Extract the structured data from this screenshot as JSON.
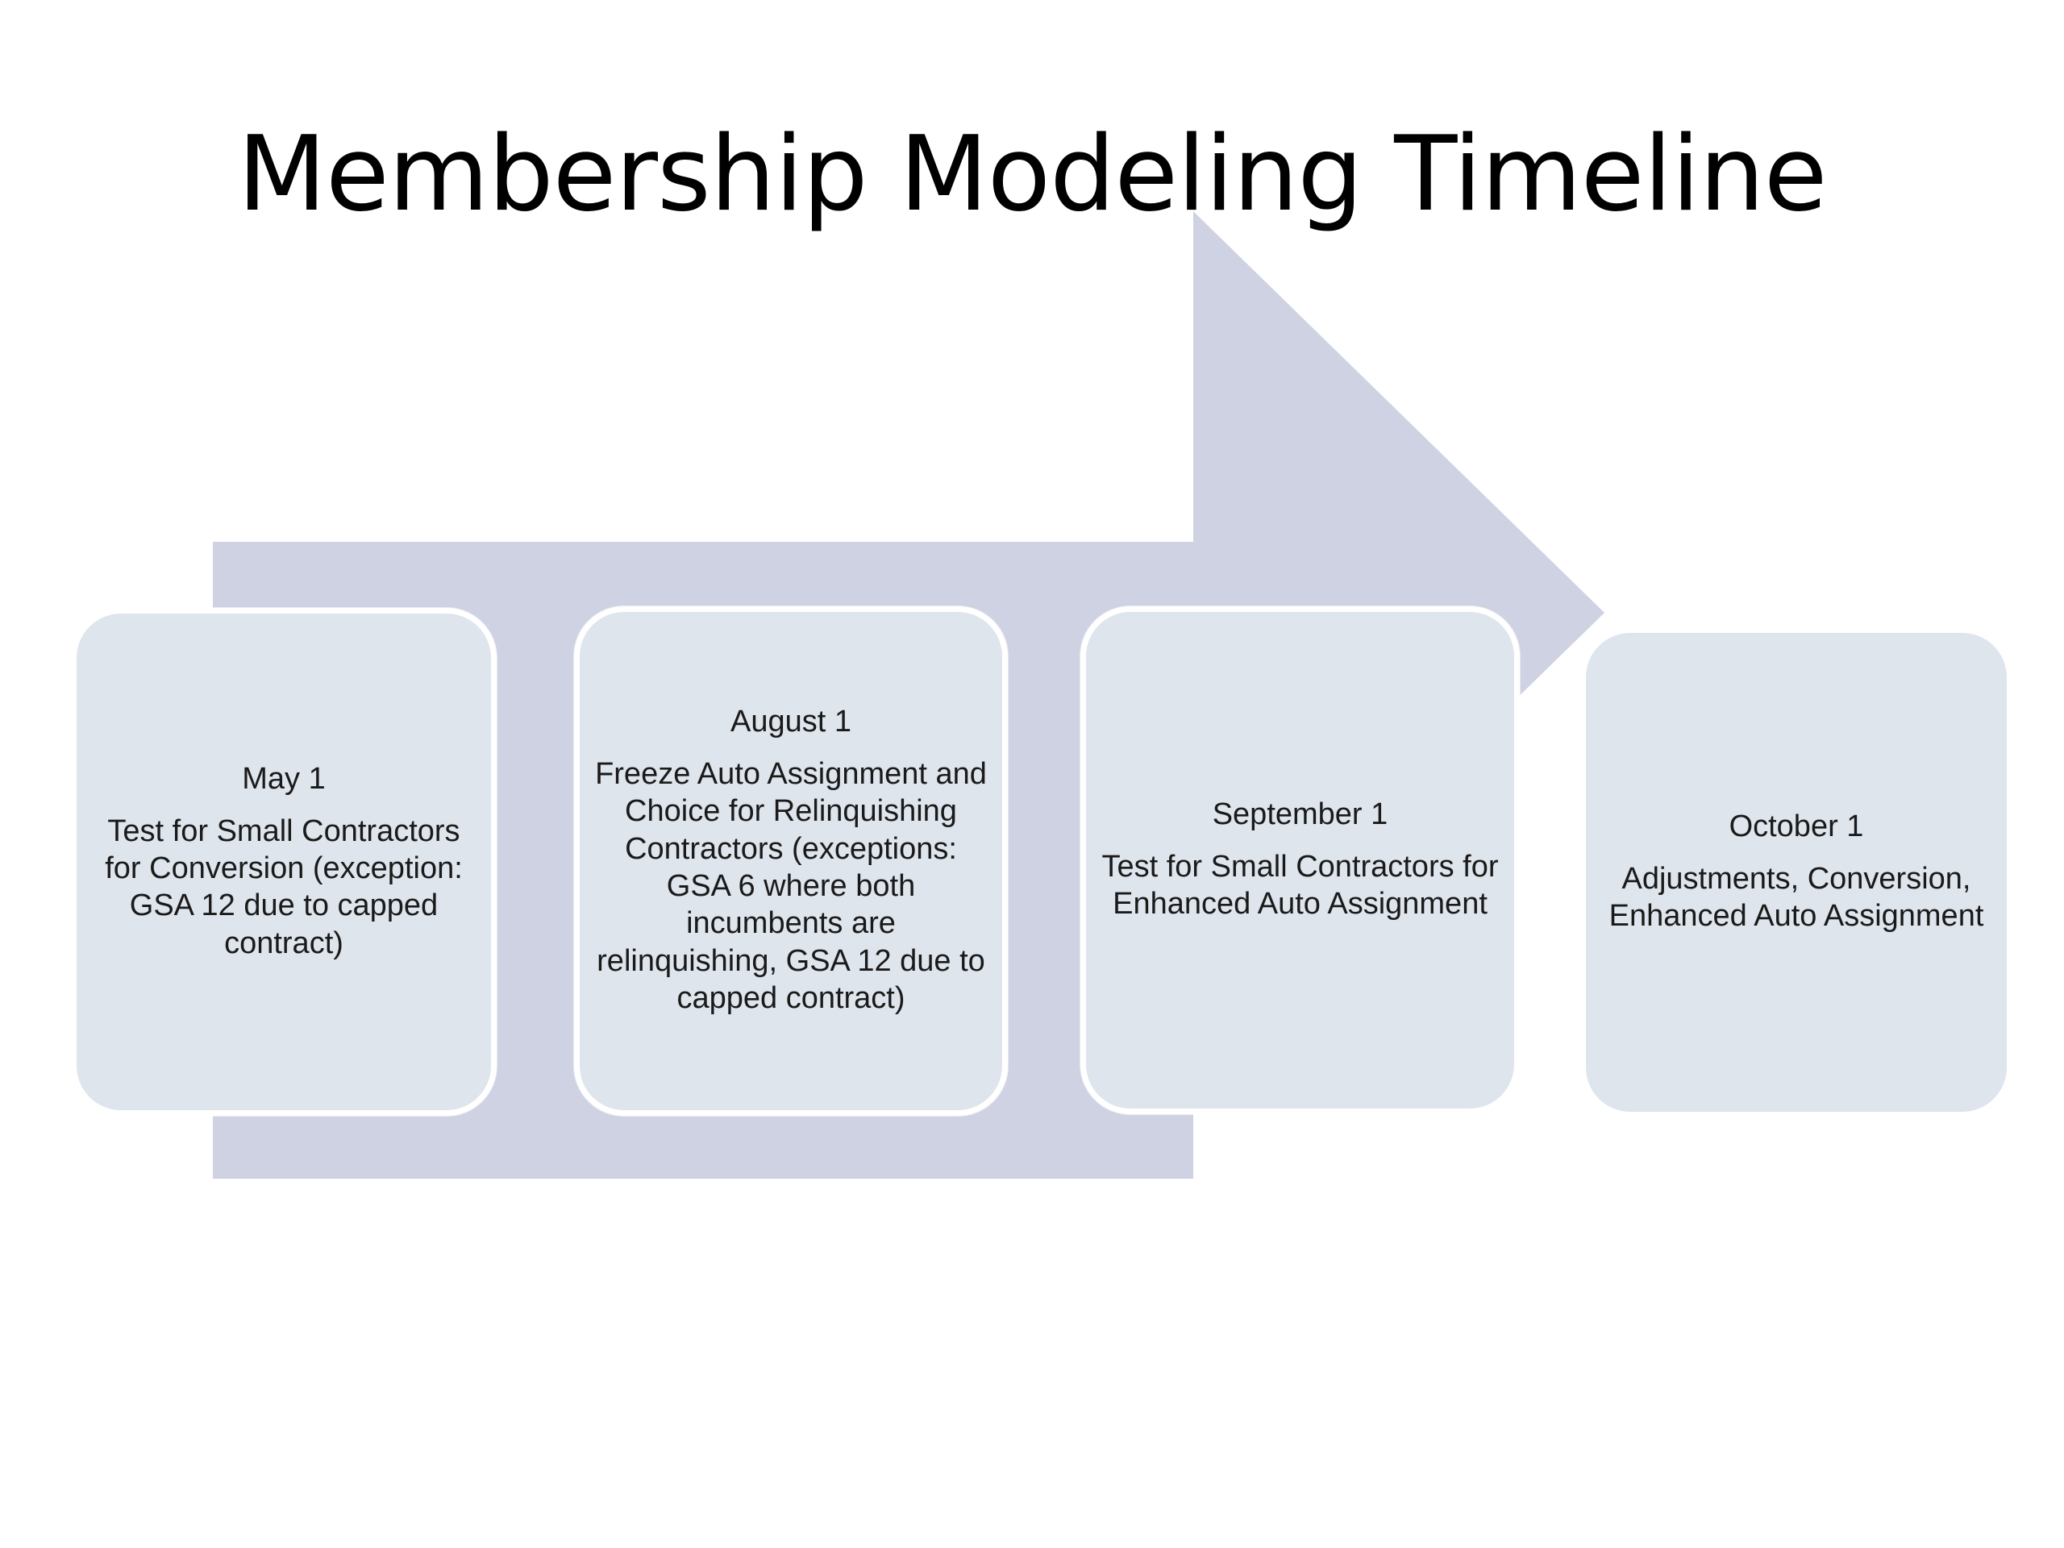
{
  "slide": {
    "title": "Membership Modeling Timeline",
    "background_color": "#ffffff"
  },
  "arrow": {
    "name": "right-pointing-timeline-arrow",
    "fill_color": "#ced2e3",
    "direction": "right",
    "description": "Large horizontal right-pointing block arrow running behind the four milestone cards"
  },
  "theme": {
    "card_fill": "#dfe5ed",
    "card_border": "#ffffff",
    "text_color": "#1a1a1a",
    "title_color": "#000000"
  },
  "milestones": [
    {
      "date": "May  1",
      "text": "Test for Small Contractors for Conversion (exception: GSA 12 due to capped contract)"
    },
    {
      "date": "August 1",
      "text": "Freeze Auto Assignment and Choice for Relinquishing Contractors (exceptions: GSA 6 where both incumbents are relinquishing, GSA 12 due to capped contract)"
    },
    {
      "date": "September 1",
      "text": "Test for Small Contractors for Enhanced Auto Assignment"
    },
    {
      "date": "October 1",
      "text": "Adjustments, Conversion, Enhanced Auto Assignment"
    }
  ]
}
